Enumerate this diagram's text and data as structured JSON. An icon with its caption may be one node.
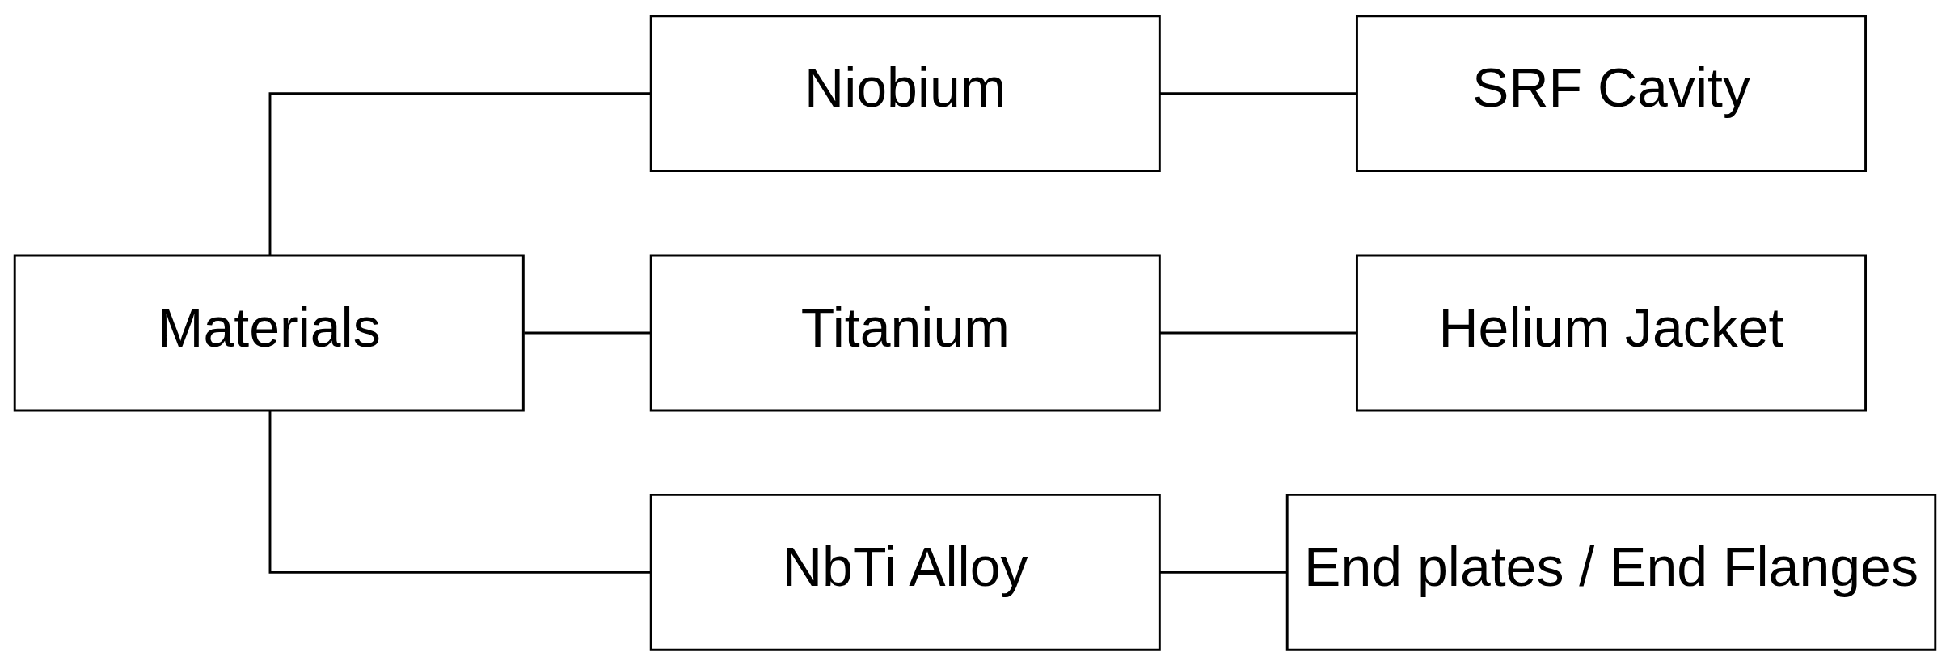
{
  "diagram": {
    "nodes": [
      {
        "text": [
          "Materials"
        ]
      },
      {
        "text": [
          "Niobium"
        ]
      },
      {
        "text": [
          "Titanium"
        ]
      },
      {
        "text": [
          "NbTi Alloy"
        ]
      },
      {
        "text": [
          "SRF Cavity"
        ]
      },
      {
        "text": [
          "Helium Jacket"
        ]
      },
      {
        "text": [
          "End plates / End Flanges"
        ]
      }
    ],
    "edges": [
      {
        "from": 0,
        "to": 1,
        "arrow": "none"
      },
      {
        "from": 0,
        "to": 2,
        "arrow": "none"
      },
      {
        "from": 0,
        "to": 3,
        "arrow": "none"
      },
      {
        "from": 1,
        "to": 4,
        "arrow": "none"
      },
      {
        "from": 2,
        "to": 5,
        "arrow": "none"
      },
      {
        "from": 3,
        "to": 6,
        "arrow": "none"
      }
    ]
  }
}
